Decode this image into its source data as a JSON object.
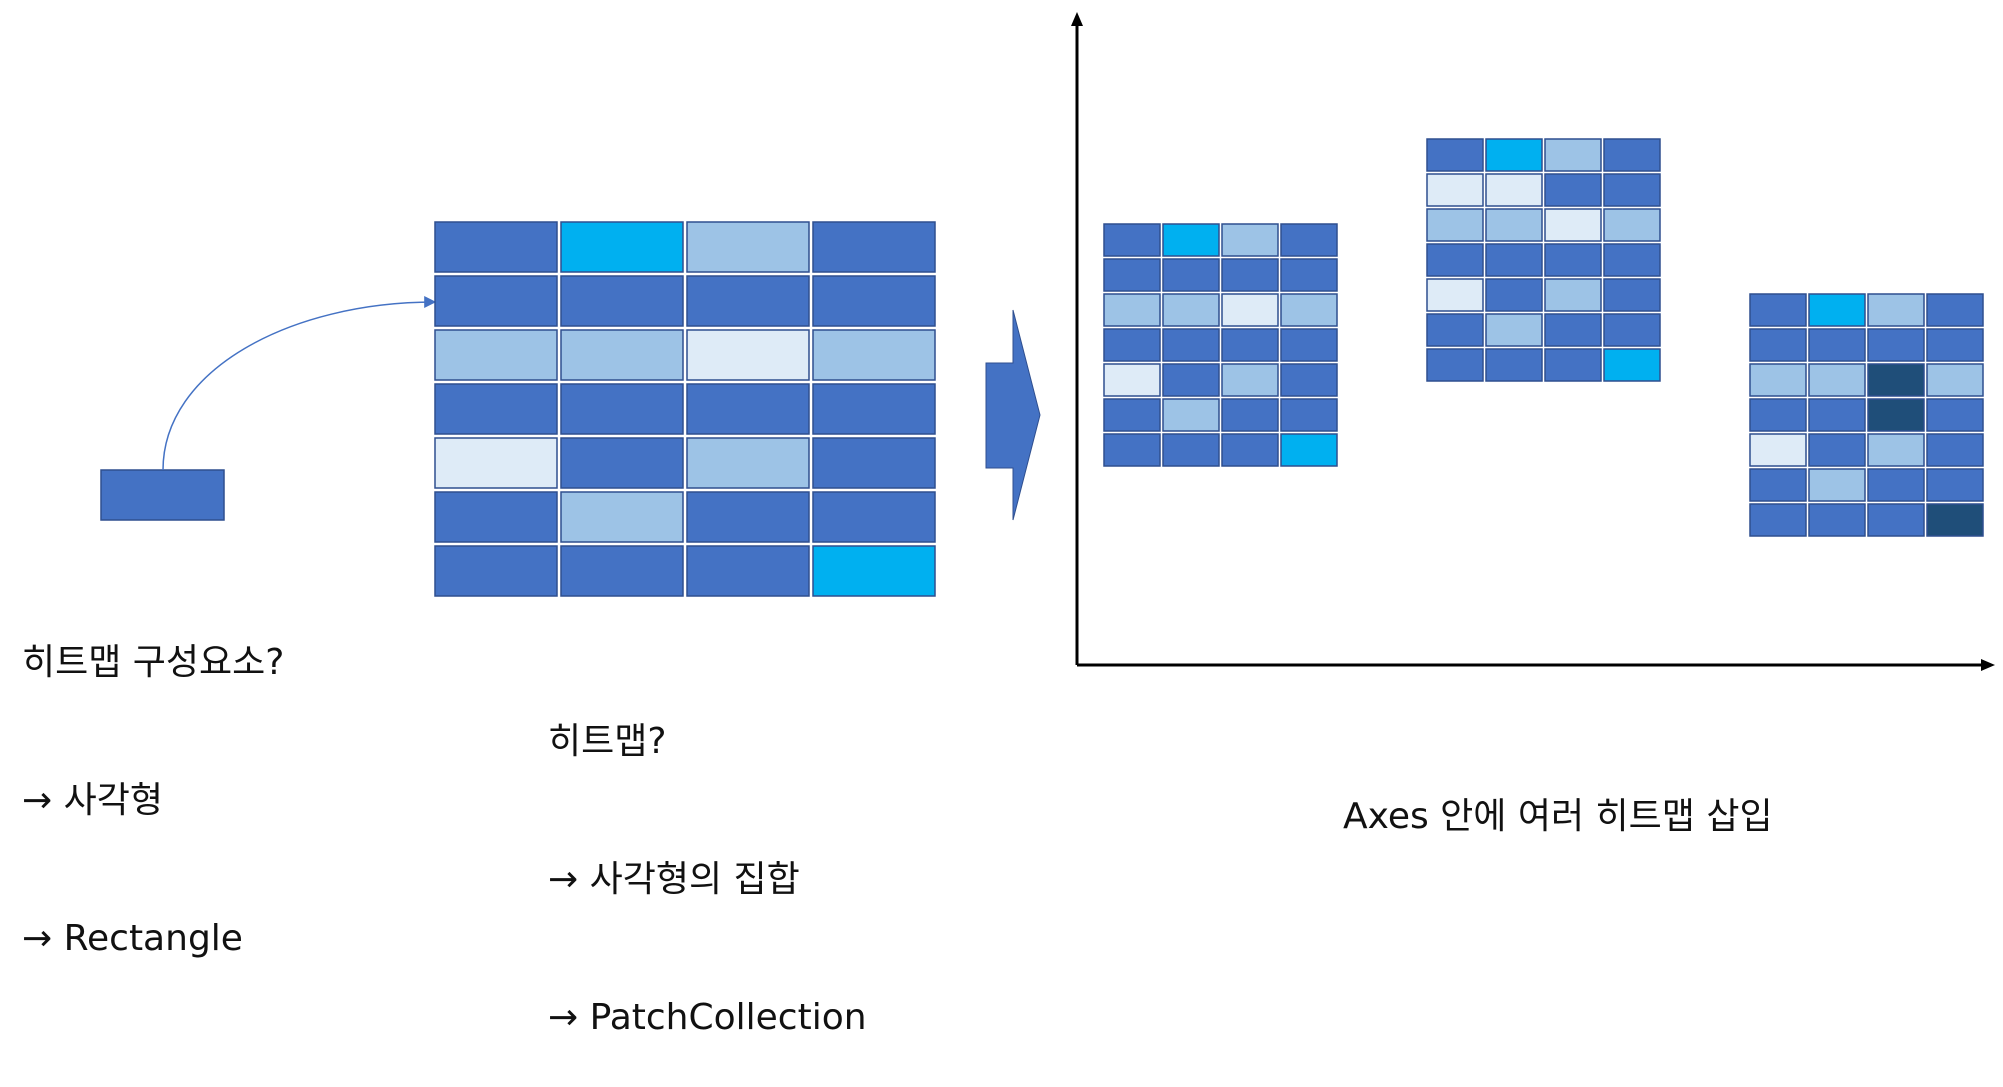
{
  "colors": {
    "cell_dark": "#4472C4",
    "cell_cyan": "#00B0F0",
    "cell_light": "#9DC3E6",
    "cell_pale": "#DEEBF7",
    "cell_navy": "#1F4E79",
    "cell_border": "#2F4F8F",
    "arrow_fill": "#4472C4",
    "axis_line": "#000000",
    "text": "#111111"
  },
  "single_rectangle": {
    "fill": "#4472C4"
  },
  "component_label": {
    "line1": "히트맵 구성요소?",
    "line2": "→ 사각형",
    "line3": "→ Rectangle"
  },
  "heatmap_label": {
    "line1": "히트맵?",
    "line2": "→ 사각형의 집합",
    "line3": "→ PatchCollection"
  },
  "axes_label": {
    "text": "Axes 안에 여러 히트맵 삽입"
  },
  "heatmaps": {
    "main": [
      [
        "dark",
        "cyan",
        "light",
        "dark"
      ],
      [
        "dark",
        "dark",
        "dark",
        "dark"
      ],
      [
        "light",
        "light",
        "pale",
        "light"
      ],
      [
        "dark",
        "dark",
        "dark",
        "dark"
      ],
      [
        "pale",
        "dark",
        "light",
        "dark"
      ],
      [
        "dark",
        "light",
        "dark",
        "dark"
      ],
      [
        "dark",
        "dark",
        "dark",
        "cyan"
      ]
    ],
    "axes_heatmap_1": [
      [
        "dark",
        "cyan",
        "light",
        "dark"
      ],
      [
        "dark",
        "dark",
        "dark",
        "dark"
      ],
      [
        "light",
        "light",
        "pale",
        "light"
      ],
      [
        "dark",
        "dark",
        "dark",
        "dark"
      ],
      [
        "pale",
        "dark",
        "light",
        "dark"
      ],
      [
        "dark",
        "light",
        "dark",
        "dark"
      ],
      [
        "dark",
        "dark",
        "dark",
        "cyan"
      ]
    ],
    "axes_heatmap_2": [
      [
        "dark",
        "cyan",
        "light",
        "dark"
      ],
      [
        "pale",
        "pale",
        "dark",
        "dark"
      ],
      [
        "light",
        "light",
        "pale",
        "light"
      ],
      [
        "dark",
        "dark",
        "dark",
        "dark"
      ],
      [
        "pale",
        "dark",
        "light",
        "dark"
      ],
      [
        "dark",
        "light",
        "dark",
        "dark"
      ],
      [
        "dark",
        "dark",
        "dark",
        "cyan"
      ]
    ],
    "axes_heatmap_3": [
      [
        "dark",
        "cyan",
        "light",
        "dark"
      ],
      [
        "dark",
        "dark",
        "dark",
        "dark"
      ],
      [
        "light",
        "light",
        "navy",
        "light"
      ],
      [
        "dark",
        "dark",
        "navy",
        "dark"
      ],
      [
        "pale",
        "dark",
        "light",
        "dark"
      ],
      [
        "dark",
        "light",
        "dark",
        "dark"
      ],
      [
        "dark",
        "dark",
        "dark",
        "navy"
      ]
    ]
  }
}
